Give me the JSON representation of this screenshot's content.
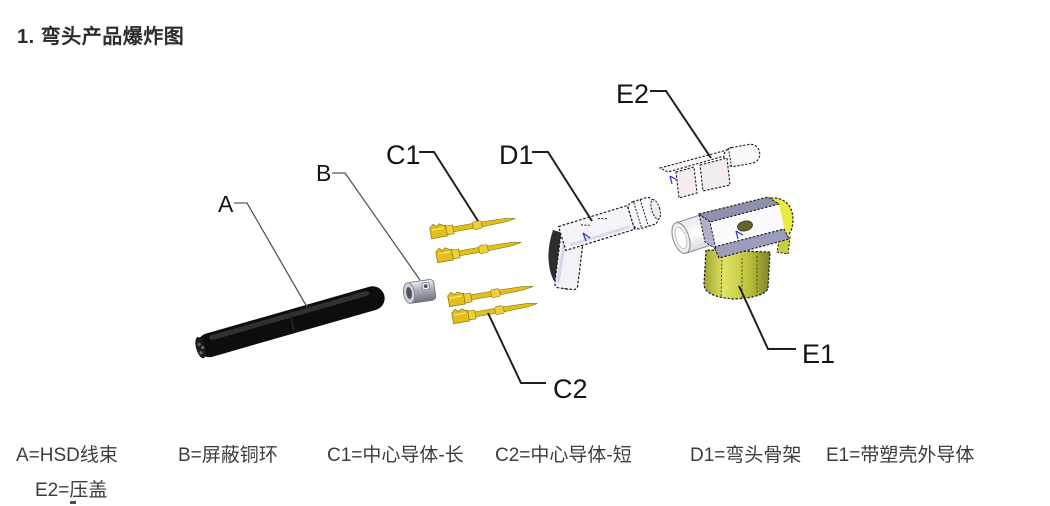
{
  "title": "1. 弯头产品爆炸图",
  "diagram": {
    "labels": {
      "a": "A",
      "b": "B",
      "c1": "C1",
      "c2": "C2",
      "d1": "D1",
      "e1": "E1",
      "e2": "E2"
    },
    "colors": {
      "cable_black": "#0d0d0d",
      "ring_silver": "#b9bec6",
      "pin_gold": "#e2bf1d",
      "skeleton_white": "#f6f3fa",
      "cap_white": "#f9f4f8",
      "outer_yellow": "#dfe44a",
      "outer_bright_yellow": "#e8ee3f",
      "outer_gray": "#9192b0",
      "axis_blue": "#2233cc",
      "leader_dark": "#1f1f1f",
      "leader_gray": "#585858"
    }
  },
  "legend": {
    "row1": [
      "A=HSD线束",
      "B=屏蔽铜环",
      "C1=中心导体-长",
      "C2=中心导体-短",
      "D1=弯头骨架",
      "E1=带塑壳外导体"
    ],
    "row2": [
      "E2=压盖"
    ]
  }
}
